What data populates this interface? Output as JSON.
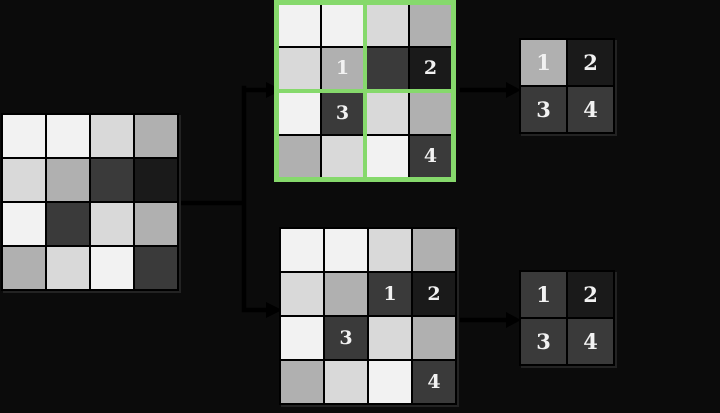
{
  "colors": {
    "background": "#0b0b0b",
    "line": "#000000",
    "region_highlight_green": "#86d96c",
    "label_text": "#f2f2f2"
  },
  "palette": {
    "lightest": "#f2f2f2",
    "light": "#d9d9d9",
    "medium": "#b0b0b0",
    "dark": "#3a3a3a",
    "darkest": "#1a1a1a"
  },
  "grids": {
    "input": {
      "rows": 4,
      "cols": 4,
      "cells": [
        {
          "s": "lightest"
        },
        {
          "s": "lightest"
        },
        {
          "s": "light"
        },
        {
          "s": "medium"
        },
        {
          "s": "light"
        },
        {
          "s": "medium"
        },
        {
          "s": "dark"
        },
        {
          "s": "darkest"
        },
        {
          "s": "lightest"
        },
        {
          "s": "dark"
        },
        {
          "s": "light"
        },
        {
          "s": "medium"
        },
        {
          "s": "medium"
        },
        {
          "s": "light"
        },
        {
          "s": "lightest"
        },
        {
          "s": "dark"
        }
      ]
    },
    "regions": {
      "rows": 4,
      "cols": 4,
      "quadrants": [
        {
          "name": "top-left",
          "cells": [
            {
              "s": "lightest"
            },
            {
              "s": "lightest"
            },
            {
              "s": "light"
            },
            {
              "s": "medium",
              "n": "1"
            }
          ]
        },
        {
          "name": "top-right",
          "cells": [
            {
              "s": "light"
            },
            {
              "s": "medium"
            },
            {
              "s": "dark"
            },
            {
              "s": "darkest",
              "n": "2"
            }
          ]
        },
        {
          "name": "bottom-left",
          "cells": [
            {
              "s": "lightest"
            },
            {
              "s": "dark",
              "n": "3"
            },
            {
              "s": "medium"
            },
            {
              "s": "light"
            }
          ]
        },
        {
          "name": "bottom-right",
          "cells": [
            {
              "s": "light"
            },
            {
              "s": "medium"
            },
            {
              "s": "lightest"
            },
            {
              "s": "dark",
              "n": "4"
            }
          ]
        }
      ]
    },
    "annotated": {
      "rows": 4,
      "cols": 4,
      "cells": [
        {
          "s": "lightest"
        },
        {
          "s": "lightest"
        },
        {
          "s": "light"
        },
        {
          "s": "medium"
        },
        {
          "s": "light"
        },
        {
          "s": "medium"
        },
        {
          "s": "dark",
          "n": "1"
        },
        {
          "s": "darkest",
          "n": "2"
        },
        {
          "s": "lightest"
        },
        {
          "s": "dark",
          "n": "3"
        },
        {
          "s": "light"
        },
        {
          "s": "medium"
        },
        {
          "s": "medium"
        },
        {
          "s": "light"
        },
        {
          "s": "lightest"
        },
        {
          "s": "dark",
          "n": "4"
        }
      ]
    },
    "output_top": {
      "rows": 2,
      "cols": 2,
      "cells": [
        {
          "s": "medium",
          "n": "1"
        },
        {
          "s": "darkest",
          "n": "2"
        },
        {
          "s": "dark",
          "n": "3"
        },
        {
          "s": "dark",
          "n": "4"
        }
      ]
    },
    "output_bottom": {
      "rows": 2,
      "cols": 2,
      "cells": [
        {
          "s": "dark",
          "n": "1"
        },
        {
          "s": "darkest",
          "n": "2"
        },
        {
          "s": "dark",
          "n": "3"
        },
        {
          "s": "dark",
          "n": "4"
        }
      ]
    }
  }
}
